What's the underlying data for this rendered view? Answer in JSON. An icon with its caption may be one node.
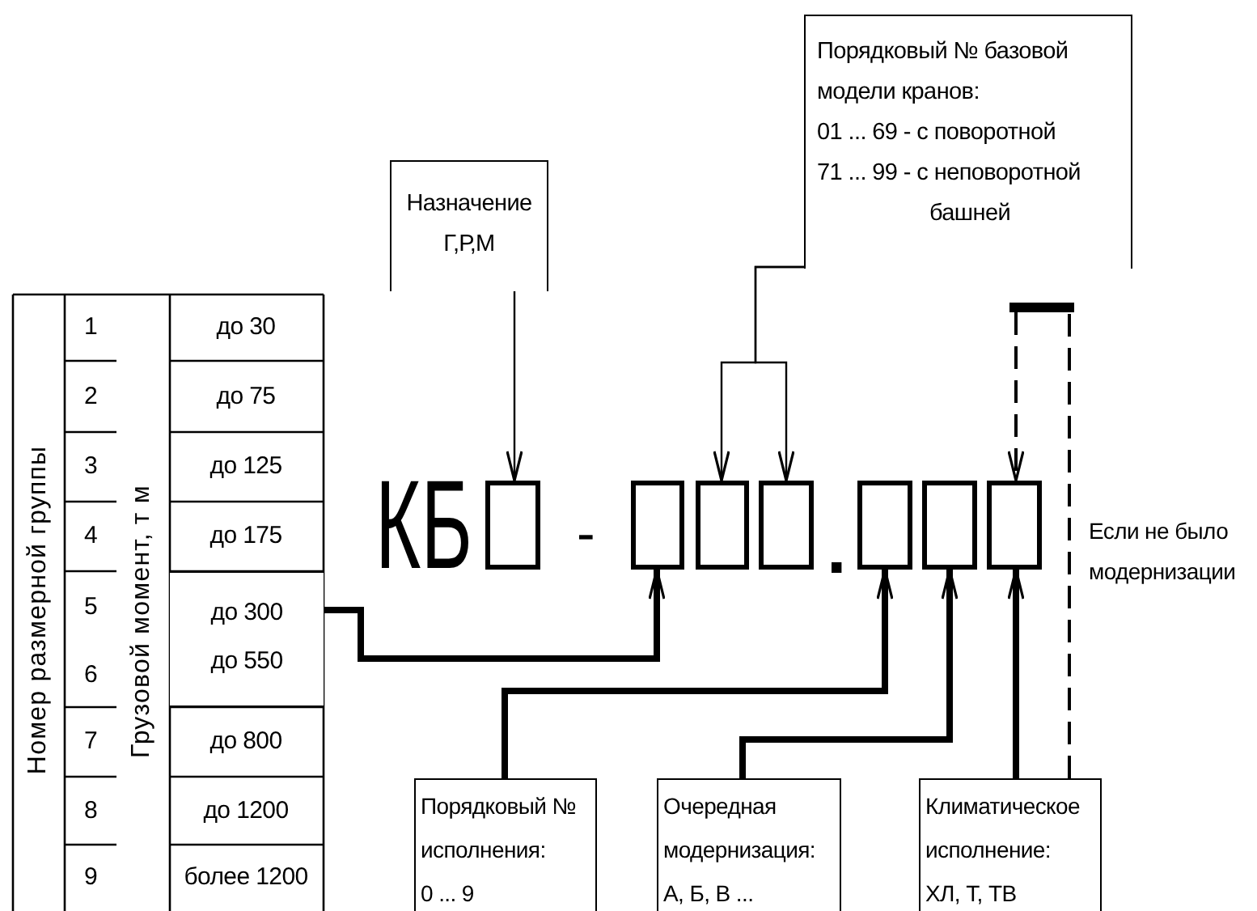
{
  "diagram": {
    "nodes": [
      {
        "text": [
          "Порядковый № базовой модели кранов:",
          "01 ... 69 - с поворотной",
          "71 ... 99 - с неповоротной башней"
        ]
      },
      {
        "text": [
          "Назначение",
          "Г,Р,М"
        ]
      },
      {
        "text": [],
        "shape": "bar"
      },
      {
        "text": [],
        "shape": "box"
      },
      {
        "text": [],
        "shape": "box"
      },
      {
        "text": [],
        "shape": "box"
      },
      {
        "text": [],
        "shape": "box"
      },
      {
        "text": [],
        "shape": "box"
      },
      {
        "text": [],
        "shape": "box"
      },
      {
        "text": [],
        "shape": "box"
      },
      {
        "text": [
          "до 300",
          "до 550"
        ]
      },
      {
        "text": [
          "Порядковый № исполнения:",
          "0 ... 9"
        ]
      },
      {
        "text": [
          "Очередная модернизация:",
          "А, Б, В ..."
        ]
      },
      {
        "text": [
          "Климатическое исполнение:",
          "ХЛ, Т, ТВ"
        ]
      }
    ],
    "edges": [
      {
        "from": 1,
        "to": 3,
        "arrow": "to"
      },
      {
        "from": 0,
        "to": 5,
        "arrow": "to"
      },
      {
        "from": 0,
        "to": 6,
        "arrow": "to"
      },
      {
        "from": 2,
        "to": 9,
        "arrow": "to",
        "style": "dashed"
      },
      {
        "from": 10,
        "to": 4,
        "arrow": "to",
        "style": "thick"
      },
      {
        "from": 11,
        "to": 7,
        "arrow": "to",
        "style": "thick"
      },
      {
        "from": 12,
        "to": 8,
        "arrow": "to",
        "style": "thick"
      },
      {
        "from": 13,
        "to": 9,
        "arrow": "to",
        "style": "thick"
      },
      {
        "from": 13,
        "to": 2,
        "arrow": "none",
        "style": "dashed"
      }
    ],
    "labels": [
      "Номер размерной группы",
      "Грузовой момент, т м",
      "1",
      "до 30",
      "2",
      "до 75",
      "3",
      "до 125",
      "4",
      "до 175",
      "5",
      "6",
      "7",
      "до 800",
      "8",
      "до 1200",
      "9",
      "более 1200",
      "КБ",
      "-",
      ".",
      "Если не было модернизации"
    ]
  }
}
